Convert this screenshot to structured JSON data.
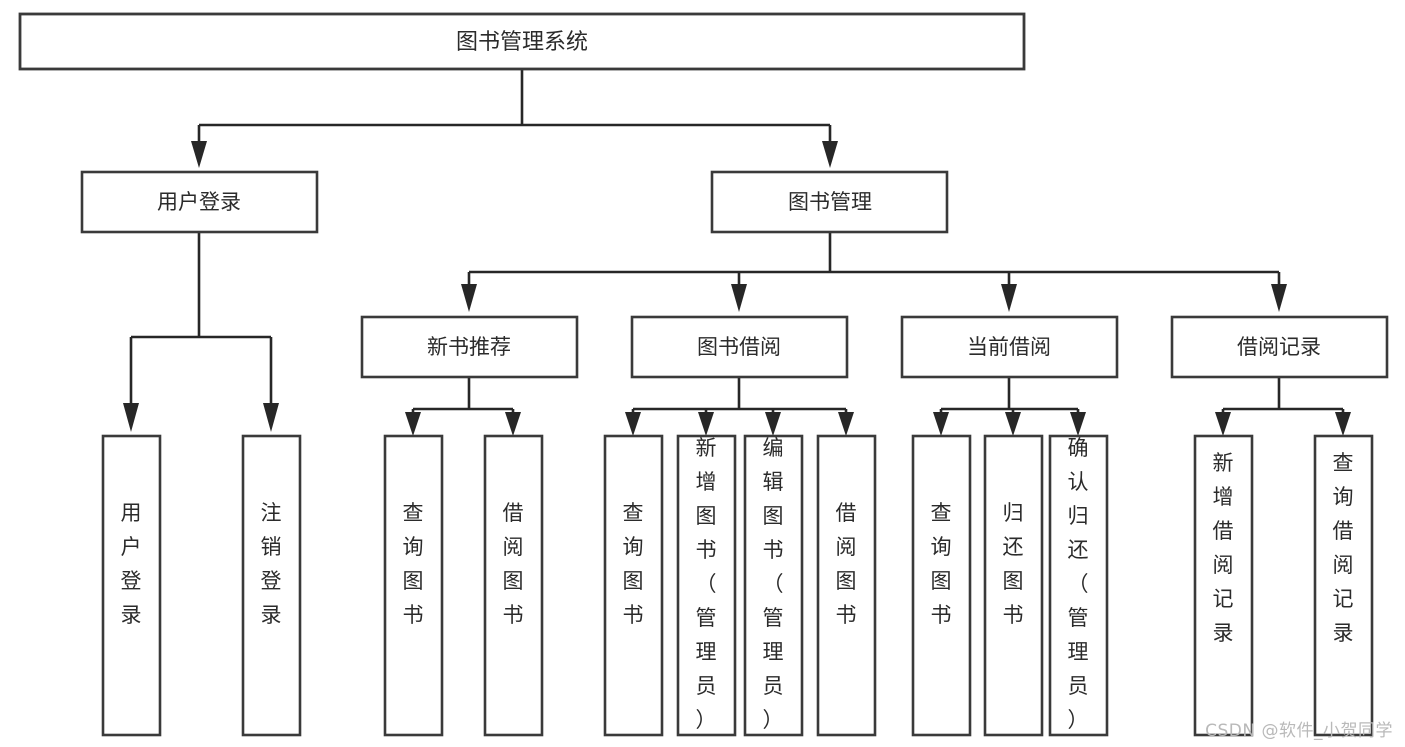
{
  "diagram": {
    "type": "hierarchy-tree",
    "title": "图书管理系统",
    "watermark": "CSDN @软件_小贺同学",
    "colors": {
      "box_stroke": "#3a3a3a",
      "connector": "#272727",
      "text": "#2b2b2b",
      "background": "#ffffff",
      "watermark": "#b9b9b9"
    },
    "levels": {
      "root": {
        "label": "图书管理系统"
      },
      "level2": [
        {
          "label": "用户登录"
        },
        {
          "label": "图书管理"
        }
      ],
      "level3": [
        {
          "label": "新书推荐"
        },
        {
          "label": "图书借阅"
        },
        {
          "label": "当前借阅"
        },
        {
          "label": "借阅记录"
        }
      ]
    },
    "leaves": {
      "user_login": [
        {
          "label": "用户登录"
        },
        {
          "label": "注销登录"
        }
      ],
      "new_book_recommend": [
        {
          "label": "查询图书"
        },
        {
          "label": "借阅图书"
        }
      ],
      "book_borrow": [
        {
          "label": "查询图书"
        },
        {
          "label": "新增图书（管理员）"
        },
        {
          "label": "编辑图书（管理员）"
        },
        {
          "label": "借阅图书"
        }
      ],
      "current_borrow": [
        {
          "label": "查询图书"
        },
        {
          "label": "归还图书"
        },
        {
          "label": "确认归还（管理员）"
        }
      ],
      "borrow_record": [
        {
          "label": "新增借阅记录"
        },
        {
          "label": "查询借阅记录"
        }
      ]
    }
  }
}
